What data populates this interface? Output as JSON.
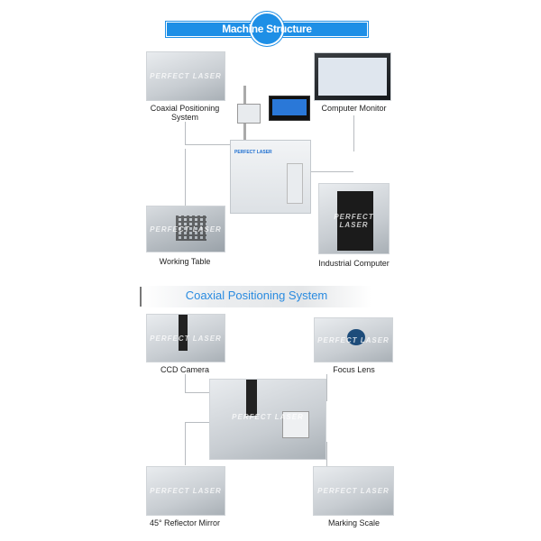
{
  "header": {
    "title": "Machine Structure",
    "accent": "#1e8fe6"
  },
  "structure": {
    "coaxial": {
      "label_line1": "Coaxial Positioning",
      "label_line2": "System"
    },
    "monitor": {
      "label": "Computer Monitor"
    },
    "table": {
      "label": "Working Table"
    },
    "computer": {
      "label": "Industrial Computer"
    },
    "machine": {
      "brand": "PERFECT LASER"
    }
  },
  "section2": {
    "title": "Coaxial Positioning System",
    "accent": "#2a8be0"
  },
  "coaxial_parts": {
    "ccd": {
      "label": "CCD Camera"
    },
    "focus": {
      "label": "Focus Lens"
    },
    "mirror": {
      "label": "45° Reflector Mirror"
    },
    "scale": {
      "label": "Marking Scale"
    }
  },
  "watermark": "PERFECT LASER"
}
